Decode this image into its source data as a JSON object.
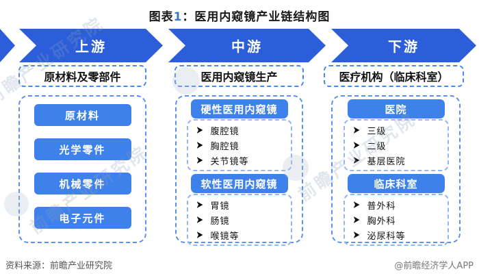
{
  "title": {
    "prefix": "图表",
    "number": "1",
    "rest": "：医用内窥镜产业链结构图"
  },
  "stages": [
    {
      "label": "上游"
    },
    {
      "label": "中游"
    },
    {
      "label": "下游"
    }
  ],
  "columns": [
    {
      "label": "原材料及零部件",
      "items": [
        "原材料",
        "光学零件",
        "机械零件",
        "电子元件"
      ]
    },
    {
      "label": "医用内窥镜生产",
      "groups": [
        {
          "header": "硬性医用内窥镜",
          "items": [
            "腹腔镜",
            "胸腔镜",
            "关节镜等"
          ]
        },
        {
          "header": "软性医用内窥镜",
          "items": [
            "胃镜",
            "肠镜",
            "喉镜等"
          ]
        }
      ]
    },
    {
      "label": "医疗机构（临床科室）",
      "groups": [
        {
          "header": "医院",
          "items": [
            "三级",
            "二级",
            "基层医院"
          ]
        },
        {
          "header": "临床科室",
          "items": [
            "普外科",
            "胸外科",
            "泌尿科等"
          ]
        }
      ]
    }
  ],
  "footer": {
    "source": "资料来源：前瞻产业研究院",
    "credit": "@前瞻经济学人APP"
  },
  "watermark": {
    "text": "前瞻产业研究院"
  },
  "colors": {
    "arrow_blue": "#2c5ed9",
    "box_blue": "#3f81ea",
    "dash_blue": "#4a86f0",
    "inner_dash_blue": "#8fb7f5",
    "title_number_blue": "#3a7bbf"
  }
}
